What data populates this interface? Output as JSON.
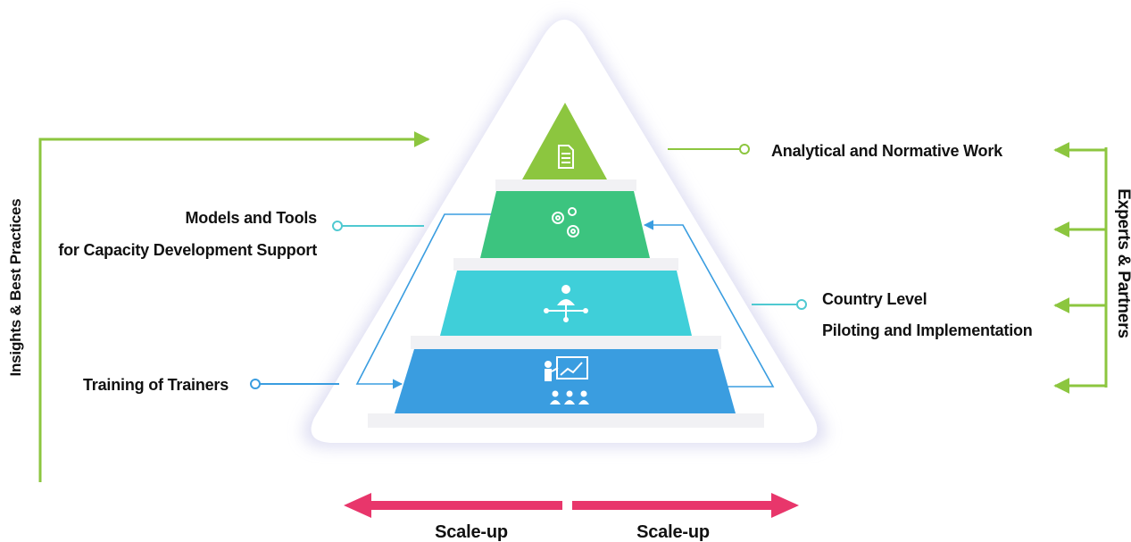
{
  "labels": {
    "analytical": "Analytical and Normative Work",
    "models_line1": "Models and Tools",
    "models_line2": "for Capacity Development Support",
    "country_line1": "Country Level",
    "country_line2": "Piloting and Implementation",
    "trainers": "Training of Trainers",
    "insights": "Insights & Best Practices",
    "experts": "Experts & Partners",
    "scale_left": "Scale-up",
    "scale_right": "Scale-up"
  },
  "tiers": [
    {
      "id": "top",
      "icon": "document-icon",
      "color": "#8cc63f"
    },
    {
      "id": "second",
      "icon": "gears-icon",
      "color": "#3cc47f"
    },
    {
      "id": "third",
      "icon": "network-person-icon",
      "color": "#3fcfd9"
    },
    {
      "id": "bottom",
      "icon": "presentation-icon",
      "color": "#3a9de0"
    }
  ],
  "colors": {
    "green_line": "#8cc63f",
    "blue_line": "#3a9de0",
    "teal_line": "#4fc9d1",
    "scale_arrow": "#e8366b",
    "frame_shadow": "#dadaf0"
  }
}
